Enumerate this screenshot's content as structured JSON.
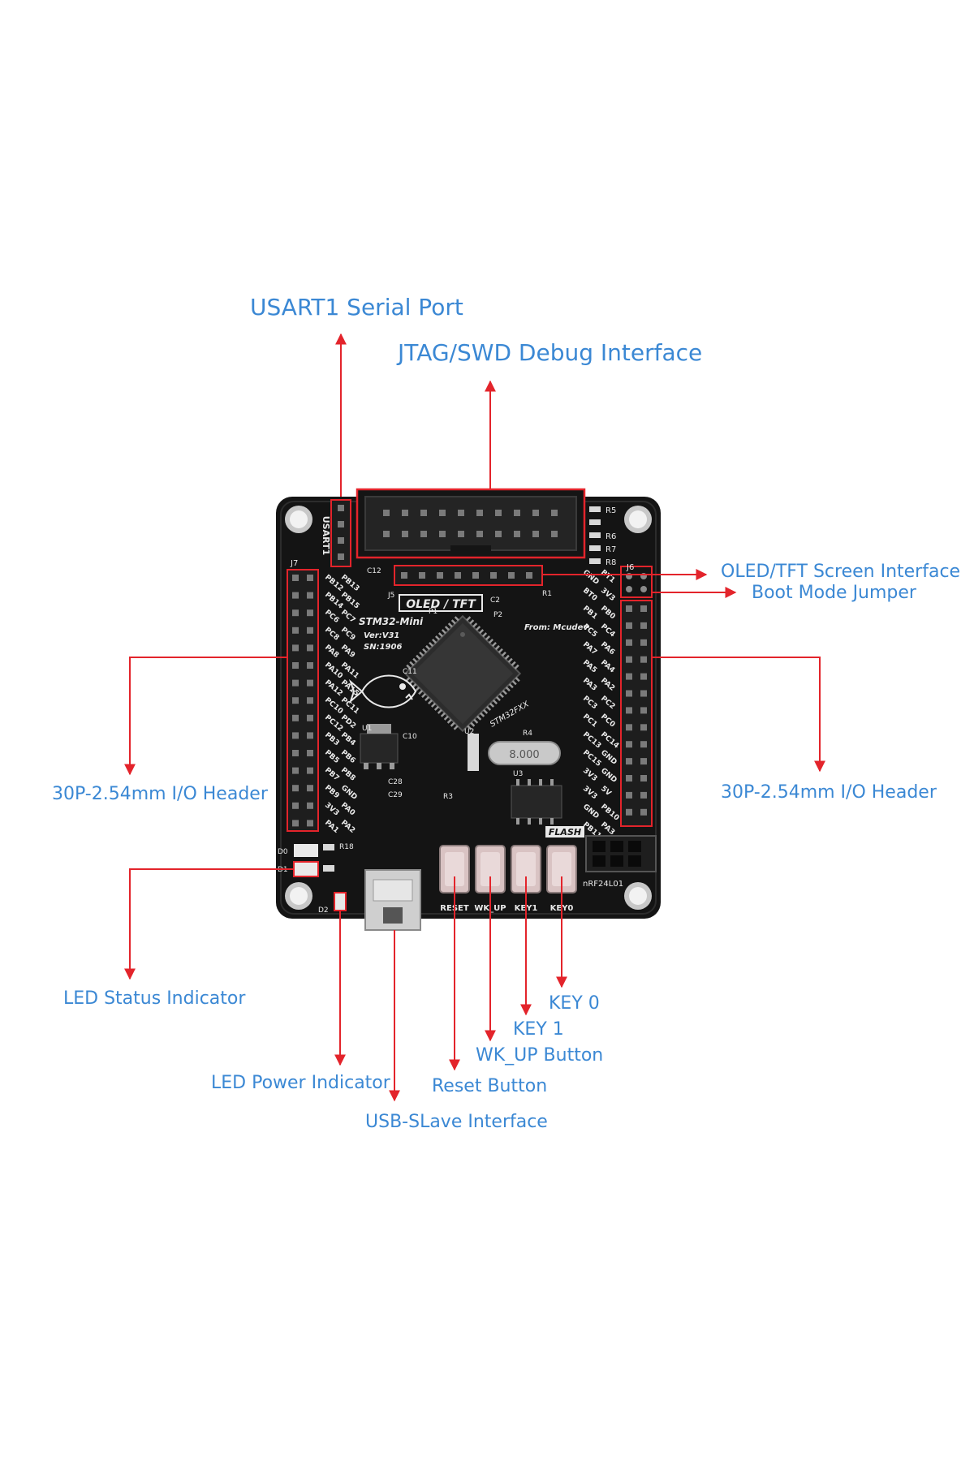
{
  "colors": {
    "label": "#3b88d4",
    "arrow": "#e3242b",
    "board": "#141414",
    "silkscreen": "#e9e9e9"
  },
  "callouts": {
    "usart1": "USART1 Serial Port",
    "jtag": "JTAG/SWD Debug Interface",
    "oled": "OLED/TFT Screen Interface",
    "boot": "Boot Mode Jumper",
    "io_left": "30P-2.54mm I/O Header",
    "io_right": "30P-2.54mm I/O Header",
    "led_status": "LED Status Indicator",
    "led_power": "LED Power Indicator",
    "usb": "USB-SLave Interface",
    "reset": "Reset Button",
    "wkup": "WK_UP Button",
    "key1": "KEY 1",
    "key0": "KEY 0"
  },
  "board": {
    "uart_label": "USART1",
    "oled_label": "OLED / TFT",
    "model": "STM32-Mini",
    "version": "Ver:V31",
    "serial": "SN:1906",
    "from": "From: Mcudev",
    "chip": "STM32FXX",
    "flash": "FLASH",
    "nrf": "nRF24L01",
    "crystal": "8.000",
    "buttons": [
      "RESET",
      "WK_UP",
      "KEY1",
      "KEY0"
    ],
    "refs": {
      "j7": "J7",
      "j5": "J5",
      "j6": "J6",
      "u1": "U1",
      "u2": "U2",
      "u3": "U3",
      "d0": "D0",
      "d1": "D1",
      "d2": "D2",
      "c12": "C12",
      "c10": "C10",
      "c11": "C11",
      "c28": "C28",
      "c29": "C29",
      "c2": "C2",
      "p1": "P1",
      "p2": "P2",
      "r1": "R1",
      "r3": "R3",
      "r4": "R4",
      "r18": "R18",
      "r5": "R5",
      "r6": "R6",
      "r7": "R7",
      "r8": "R8"
    },
    "left_pins": [
      "PB12",
      "PB13",
      "PB14",
      "PB15",
      "PC6",
      "PC7",
      "PC8",
      "PC9",
      "PA8",
      "PA9",
      "PA10",
      "PA11",
      "PA12",
      "PA15",
      "PC10",
      "PC11",
      "PC12",
      "PD2",
      "PB3",
      "PB4",
      "PB5",
      "PB6",
      "PB7",
      "PB8",
      "PB9",
      "GND",
      "3V3",
      "PA0",
      "PA1",
      "PA2"
    ],
    "right_pins": [
      "GND",
      "BT1",
      "BT0",
      "3V3",
      "PB1",
      "PB0",
      "PC5",
      "PC4",
      "PA7",
      "PA6",
      "PA5",
      "PA4",
      "PA3",
      "PA2",
      "PC3",
      "PC2",
      "PC1",
      "PC0",
      "PC13",
      "PC14",
      "PC15",
      "GND",
      "3V3",
      "GND",
      "3V3",
      "5V",
      "GND",
      "PB10",
      "PB11",
      "PA3"
    ]
  }
}
